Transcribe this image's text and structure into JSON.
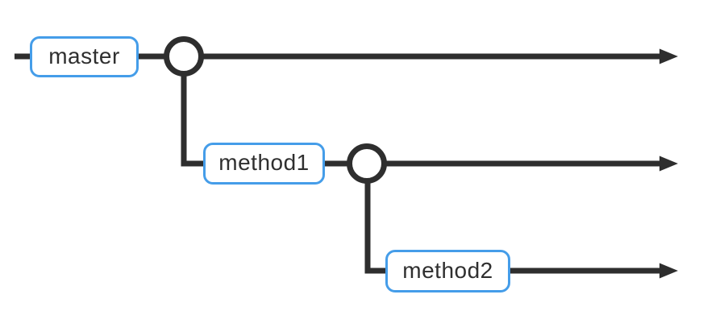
{
  "diagram": {
    "type": "git-branch-diagram",
    "background_color": "#ffffff",
    "line_color": "#2e2e2e",
    "node_fill_color": "#ffffff",
    "box_border_color": "#459de9",
    "text_color": "#2f2f2f",
    "branches": [
      {
        "label": "master"
      },
      {
        "label": "method1"
      },
      {
        "label": "method2"
      }
    ],
    "commit_node_count": 2,
    "arrow_count": 3
  }
}
